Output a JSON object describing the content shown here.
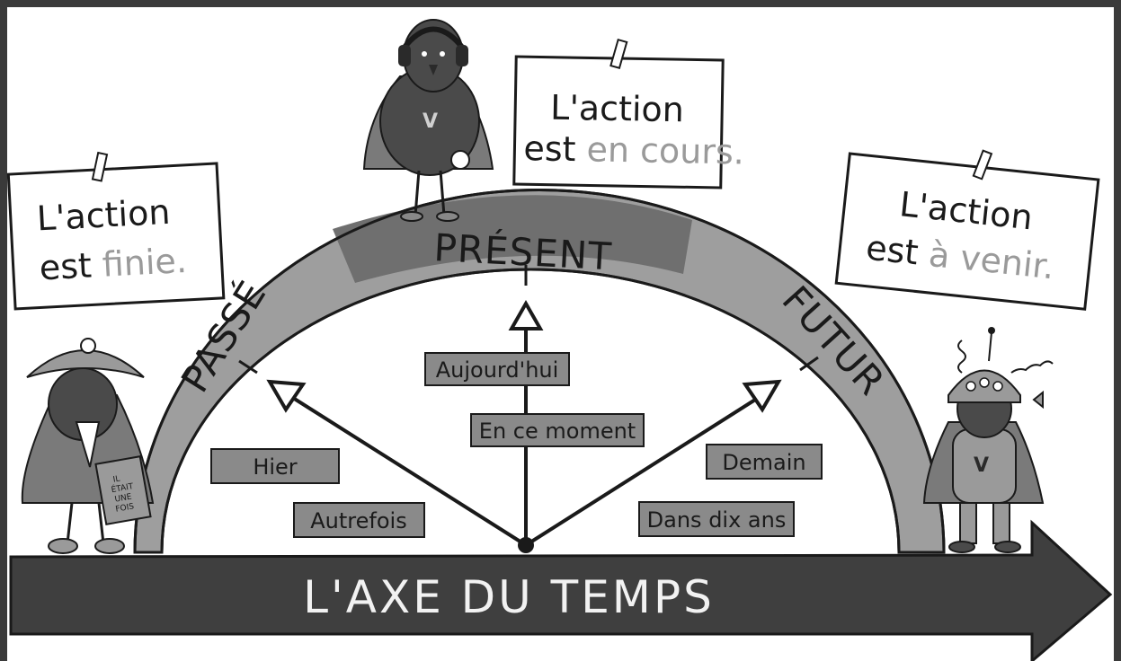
{
  "notes": {
    "past": {
      "line1": "L'action",
      "line2_prefix": "est ",
      "line2_highlight": "finie."
    },
    "present": {
      "line1": "L'action",
      "line2_prefix": "est ",
      "line2_highlight": "en cours."
    },
    "future": {
      "line1": "L'action",
      "line2_prefix": "est ",
      "line2_highlight": "à venir."
    }
  },
  "arc": {
    "past_label": "PASSÉ",
    "present_label": "PRÉSENT",
    "future_label": "FUTUR"
  },
  "tags": {
    "past": [
      "Hier",
      "Autrefois"
    ],
    "present": [
      "Aujourd'hui",
      "En ce moment"
    ],
    "future": [
      "Demain",
      "Dans dix ans"
    ]
  },
  "axis": {
    "label": "L'AXE DU TEMPS"
  },
  "book": {
    "text_lines": [
      "IL",
      "ÉTAIT",
      "UNE",
      "FOIS"
    ]
  },
  "colors": {
    "border": "#3a3a3a",
    "arc_side": "#9e9e9e",
    "arc_center": "#6f6f6f",
    "axis": "#3f3f3f",
    "tag_fill": "#8a8a8a",
    "note_fill": "#ffffff",
    "highlight_text": "#9a9a9a"
  }
}
